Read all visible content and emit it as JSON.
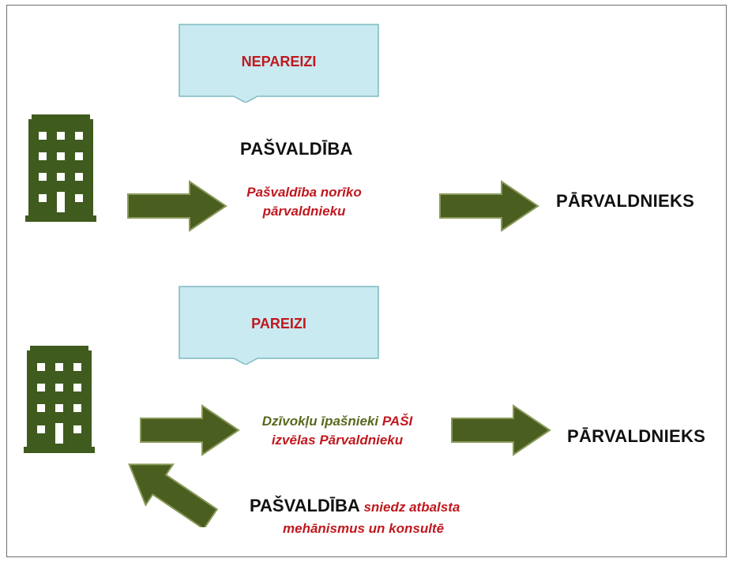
{
  "panels": {
    "wrong": {
      "label": "NEPAREIZI",
      "center_title": "PAŠVALDĪBA",
      "caption_line1": "Pašvaldība norīko",
      "caption_line2": "pārvaldnieku",
      "target": "PĀRVALDNIEKS"
    },
    "right": {
      "label": "PAREIZI",
      "caption_line1_green": "Dzīvokļu īpašnieki ",
      "caption_line1_red": "PAŠI",
      "caption_line2": "izvēlas Pārvaldnieku",
      "target": "PĀRVALDNIEKS",
      "support_title": "PAŠVALDĪBA",
      "support_text1": " sniedz atbalsta",
      "support_text2": "mehānismus un konsultē"
    }
  },
  "colors": {
    "callout_fill": "#c9eaf0",
    "callout_border": "#7fb9c4",
    "arrow_fill": "#4a5e1f",
    "arrow_border": "#8a9a5a",
    "building": "#3f5b1e",
    "red_text": "#c0181f",
    "green_text": "#58691f"
  },
  "icons": [
    "building-icon",
    "arrow-right-icon",
    "arrow-up-left-icon"
  ]
}
